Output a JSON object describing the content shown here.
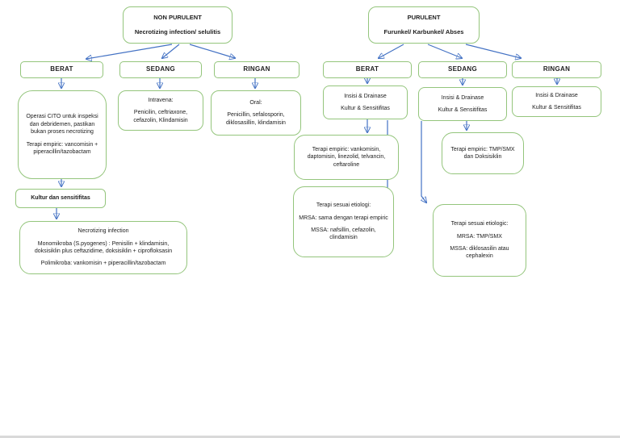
{
  "colors": {
    "box_border": "#94c57c",
    "arrow": "#4472C4",
    "text": "#212121"
  },
  "left": {
    "root_title": "NON PURULENT",
    "root_subtitle": "Necrotizing infection/ selulitis",
    "berat_label": "BERAT",
    "sedang_label": "SEDANG",
    "ringan_label": "RINGAN",
    "berat_box": {
      "p1": "Operasi CITO untuk inspeksi dan debridemen, pastikan bukan proses necrotizing",
      "p2": "Terapi empiric: vancomisin + piperacillin/tazobactam"
    },
    "sedang_box": {
      "p1": "Intravena:",
      "p2": "Penicilin, ceftriaxone, cefazolin, Klindamisin"
    },
    "ringan_box": {
      "p1": "Oral:",
      "p2": "Penicillin, sefalosporin, diklosasillin, klindamisin"
    },
    "kultur_label": "Kultur dan sensitifitas",
    "necrotizing_box": {
      "p1": "Necrotizing infection",
      "p2": "Monomikroba (S.pyogenes) : Penisilin + klindamisin, doksisiklin plus ceftazidime, doksisiklin + ciprofloksasin",
      "p3": "Polimikroba: vankomisin + piperacillin/tazobactam"
    }
  },
  "right": {
    "root_title": "PURULENT",
    "root_subtitle": "Furunkel/ Karbunkel/ Abses",
    "berat_label": "BERAT",
    "sedang_label": "SEDANG",
    "ringan_label": "RINGAN",
    "berat_insisi": {
      "p1": "Insisi & Drainase",
      "p2": "Kultur & Sensitifitas"
    },
    "sedang_insisi": {
      "p1": "Insisi & Drainase",
      "p2": "Kultur & Sensitifitas"
    },
    "ringan_insisi": {
      "p1": "Insisi & Drainase",
      "p2": "Kultur & Sensitifitas"
    },
    "berat_empiric": "Terapi empiric: vankomisin, daptomisin, linezolid, telvancin, ceftaroline",
    "sedang_empiric": "Terapi empiric: TMP/SMX dan Doksisiklin",
    "berat_etiologi": {
      "p1": "Terapi sesuai etiologi:",
      "p2": "MRSA: sama dengan terapi empiric",
      "p3": "MSSA: nafsillin, cefazolin, clindamisin"
    },
    "sedang_etiologi": {
      "p1": "Terapi sesuai etiologic:",
      "p2": "MRSA: TMP/SMX",
      "p3": "MSSA: diklosasilin atau cephalexin"
    }
  }
}
